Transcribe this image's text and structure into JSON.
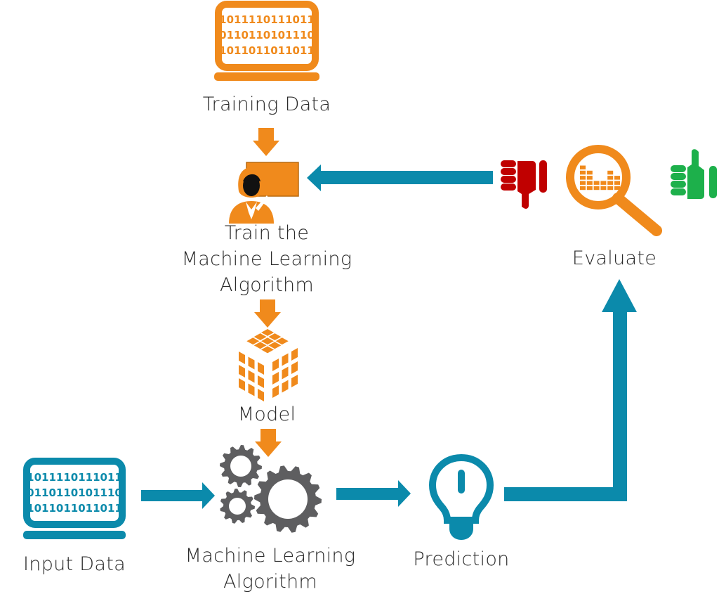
{
  "diagram": {
    "title": "Machine Learning Workflow",
    "colors": {
      "orange": "#F08A1C",
      "teal": "#0B8AAB",
      "gray": "#5E5E60",
      "red": "#C00000",
      "green": "#1DB04B",
      "text": "#2b2b2b"
    },
    "nodes": {
      "training_data": {
        "label": "Training Data",
        "icon": "laptop-binary-icon",
        "binary": [
          "1011110111011",
          "0110110101110",
          "1011011011011"
        ]
      },
      "train": {
        "label_lines": [
          "Train the",
          "Machine Learning",
          "Algorithm"
        ],
        "icon": "teacher-board-icon"
      },
      "model": {
        "label": "Model",
        "icon": "cube-model-icon"
      },
      "input_data": {
        "label": "Input Data",
        "icon": "laptop-binary-icon",
        "binary": [
          "1011110111011",
          "0110110101110",
          "1011011011011"
        ]
      },
      "ml_algorithm": {
        "label_lines": [
          "Machine Learning",
          "Algorithm"
        ],
        "icon": "gears-icon"
      },
      "prediction": {
        "label": "Prediction",
        "icon": "lightbulb-icon"
      },
      "evaluate": {
        "label": "Evaluate",
        "icons": [
          "thumbs-down-icon",
          "magnifier-chart-icon",
          "thumbs-up-icon"
        ]
      }
    },
    "edges": [
      {
        "from": "Training Data",
        "to": "Train the Machine Learning Algorithm"
      },
      {
        "from": "Train the Machine Learning Algorithm",
        "to": "Model"
      },
      {
        "from": "Model",
        "to": "Machine Learning Algorithm"
      },
      {
        "from": "Input Data",
        "to": "Machine Learning Algorithm"
      },
      {
        "from": "Machine Learning Algorithm",
        "to": "Prediction"
      },
      {
        "from": "Prediction",
        "to": "Evaluate"
      },
      {
        "from": "Evaluate",
        "to": "Train the Machine Learning Algorithm"
      }
    ]
  }
}
